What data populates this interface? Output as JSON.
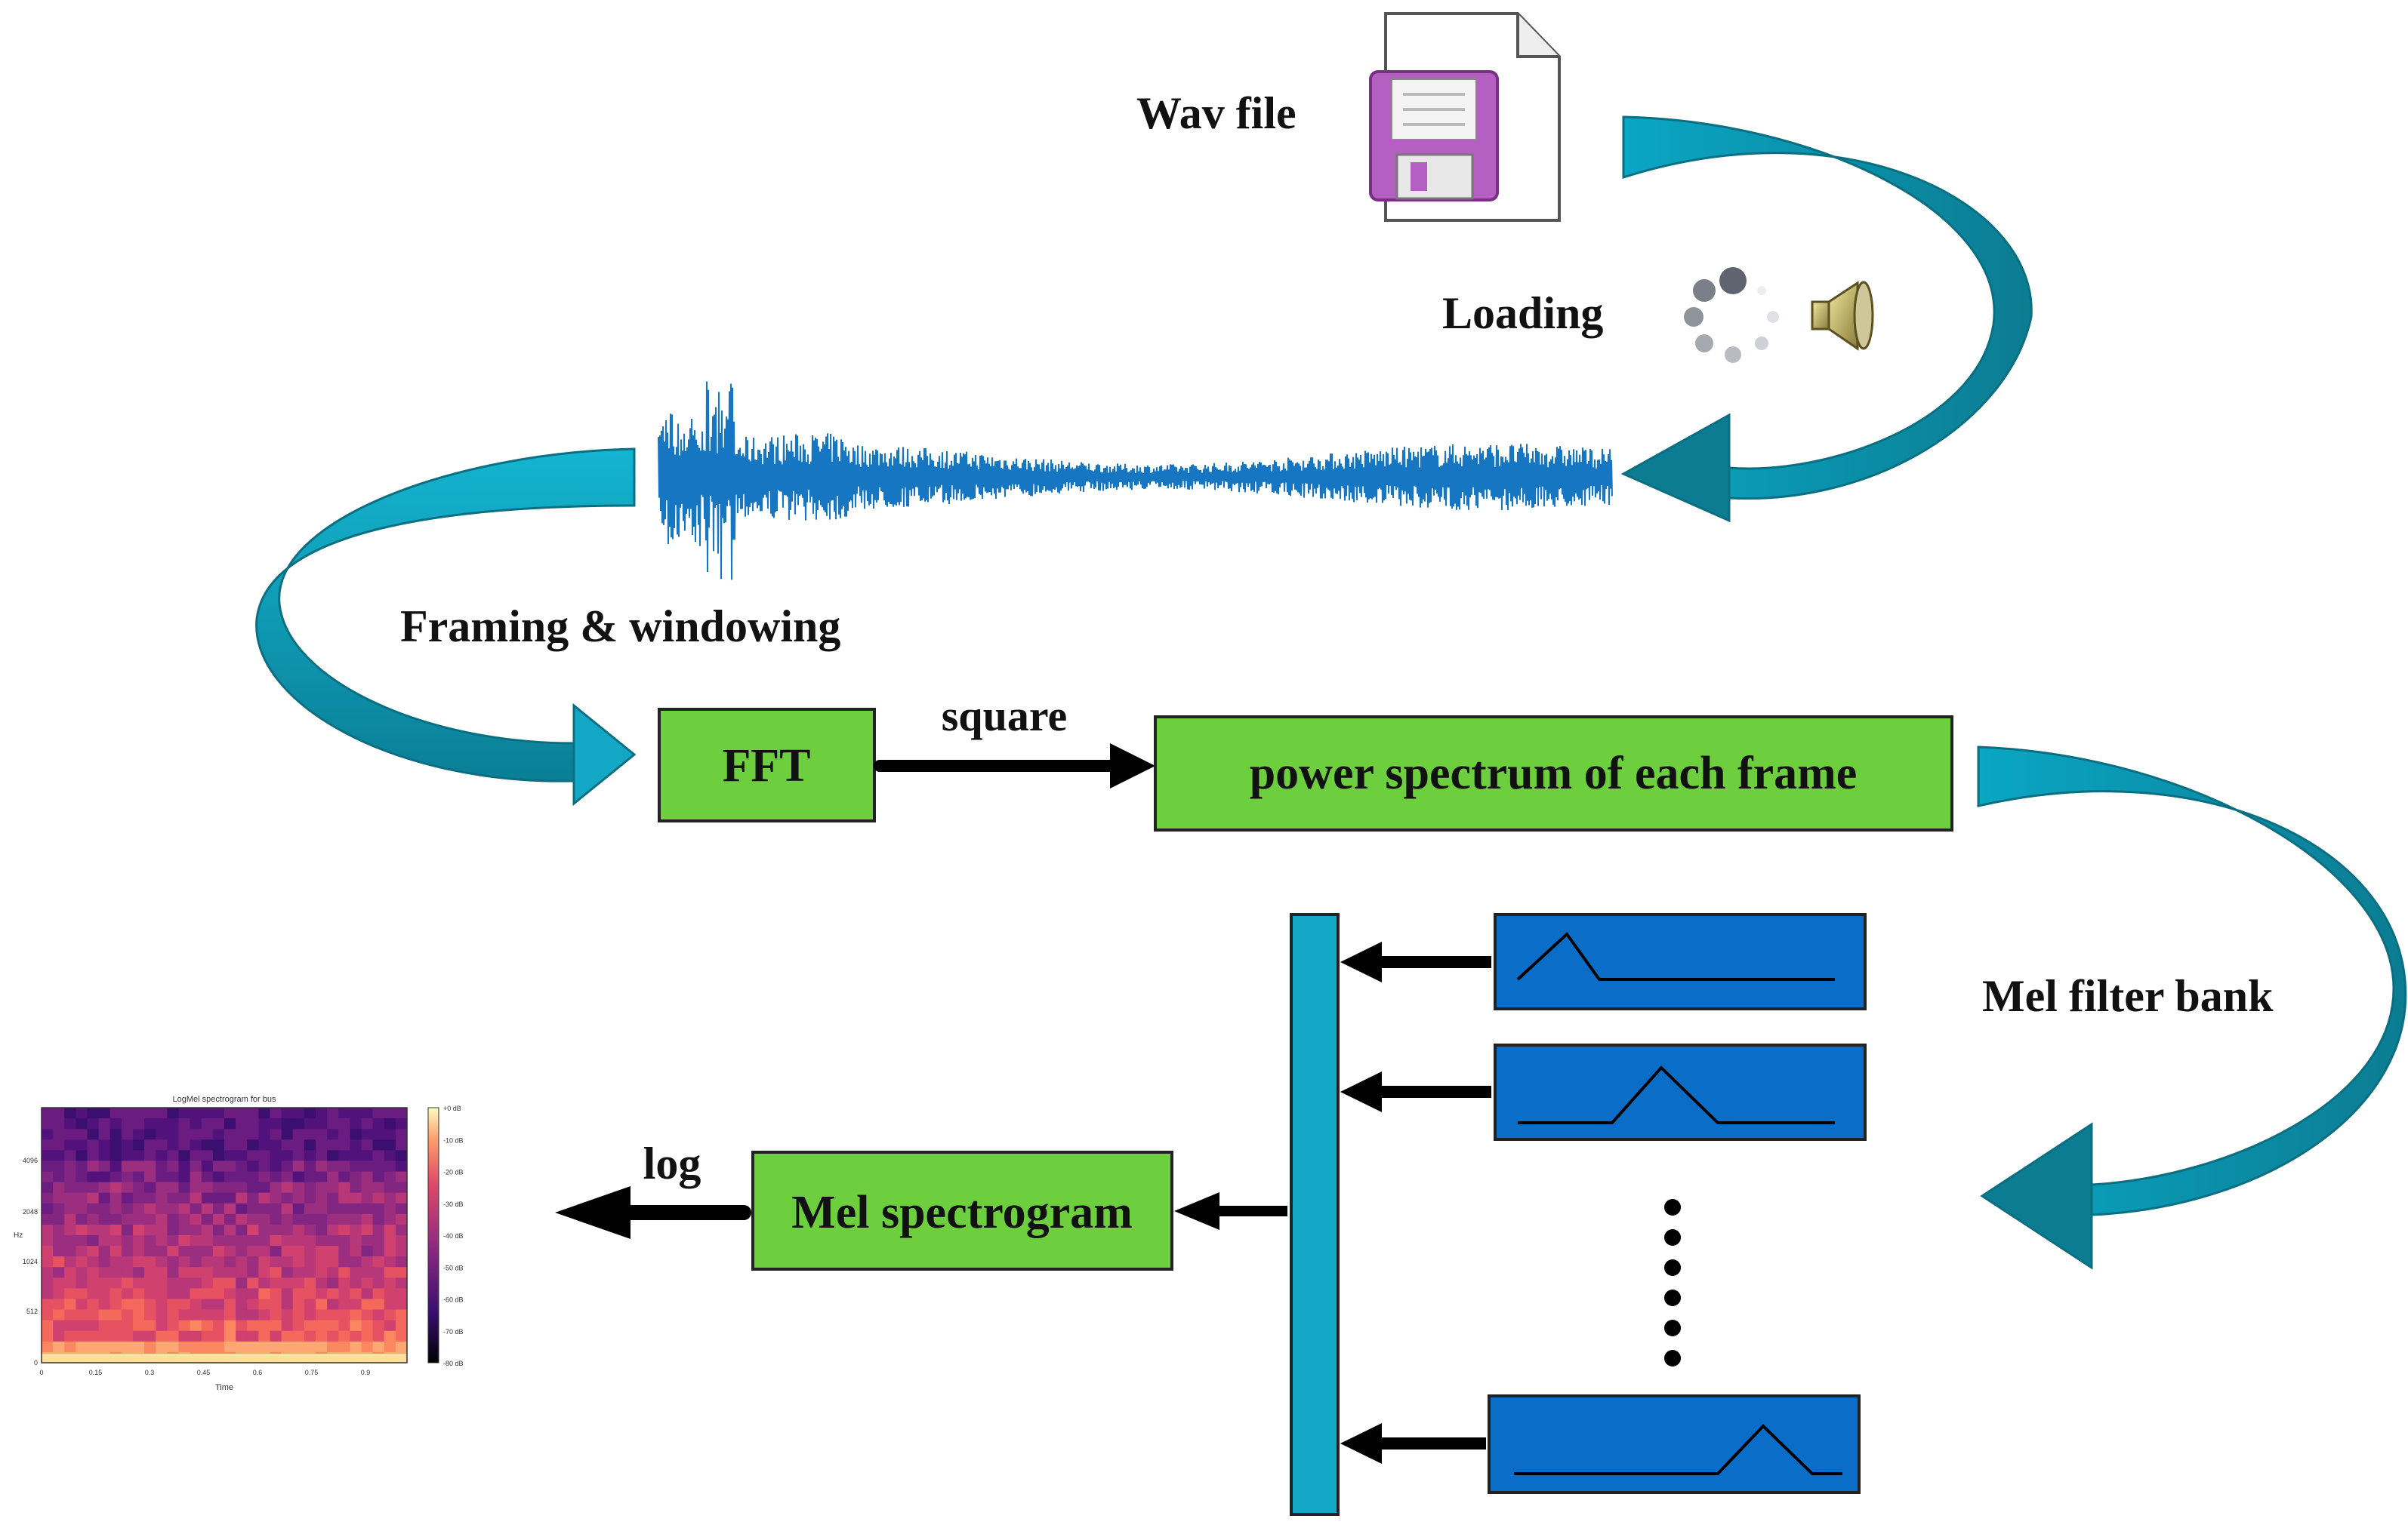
{
  "labels": {
    "wav_file": "Wav file",
    "loading": "Loading",
    "framing": "Framing & windowing",
    "square": "square",
    "mel_filter_bank": "Mel filter bank",
    "log": "log"
  },
  "boxes": {
    "fft": "FFT",
    "power_spectrum": "power spectrum of each frame",
    "mel_spectrogram": "Mel spectrogram"
  },
  "spectrogram_thumbnail": {
    "title": "LogMel spectrogram for bus",
    "x_label": "Time",
    "y_label": "Hz",
    "x_ticks": [
      "0",
      "0.15",
      "0.3",
      "0.45",
      "0.6",
      "0.75",
      "0.9"
    ],
    "y_ticks": [
      "0",
      "512",
      "1024",
      "2048",
      "4096"
    ],
    "colorbar_ticks": [
      "+0 dB",
      "-10 dB",
      "-20 dB",
      "-30 dB",
      "-40 dB",
      "-50 dB",
      "-60 dB",
      "-70 dB",
      "-80 dB"
    ]
  },
  "icons": {
    "file": "wav-file-floppy-icon",
    "spinner": "loading-spinner-icon",
    "speaker": "speaker-icon"
  },
  "colors": {
    "box_green": "#6ecf3e",
    "filter_blue": "#0a6ec8",
    "bar_teal": "#12a7c4",
    "arrow_teal": "#0aa6c4",
    "arrow_teal_dark": "#0b7c92",
    "waveform": "#1676c1",
    "floppy_purple": "#b45fc2"
  }
}
